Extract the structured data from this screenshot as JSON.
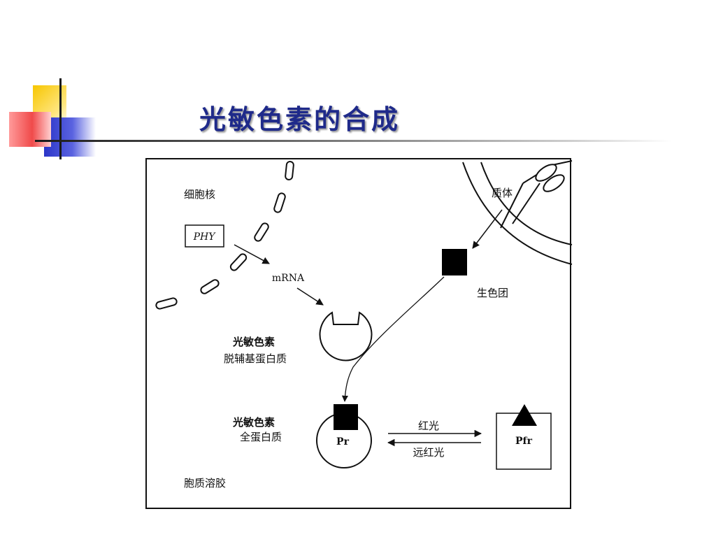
{
  "title": "光敏色素的合成",
  "diagram": {
    "nucleus_label": "细胞核",
    "gene_label": "PHY",
    "mrna_label": "mRNA",
    "plastid_label": "质体",
    "chromophore_label": "生色团",
    "apoprotein_label_1": "光敏色素",
    "apoprotein_label_2": "脱辅基蛋白质",
    "holoprotein_label_1": "光敏色素",
    "holoprotein_label_2": "全蛋白质",
    "pr_label": "Pr",
    "pfr_label": "Pfr",
    "red_light_label": "红光",
    "far_red_light_label": "远红光",
    "cytosol_label": "胞质溶胶"
  },
  "colors": {
    "title": "#1f2a8a",
    "deco_yellow": "#f7c600",
    "deco_blue": "#2b35c8",
    "deco_red": "#f04a4a"
  }
}
